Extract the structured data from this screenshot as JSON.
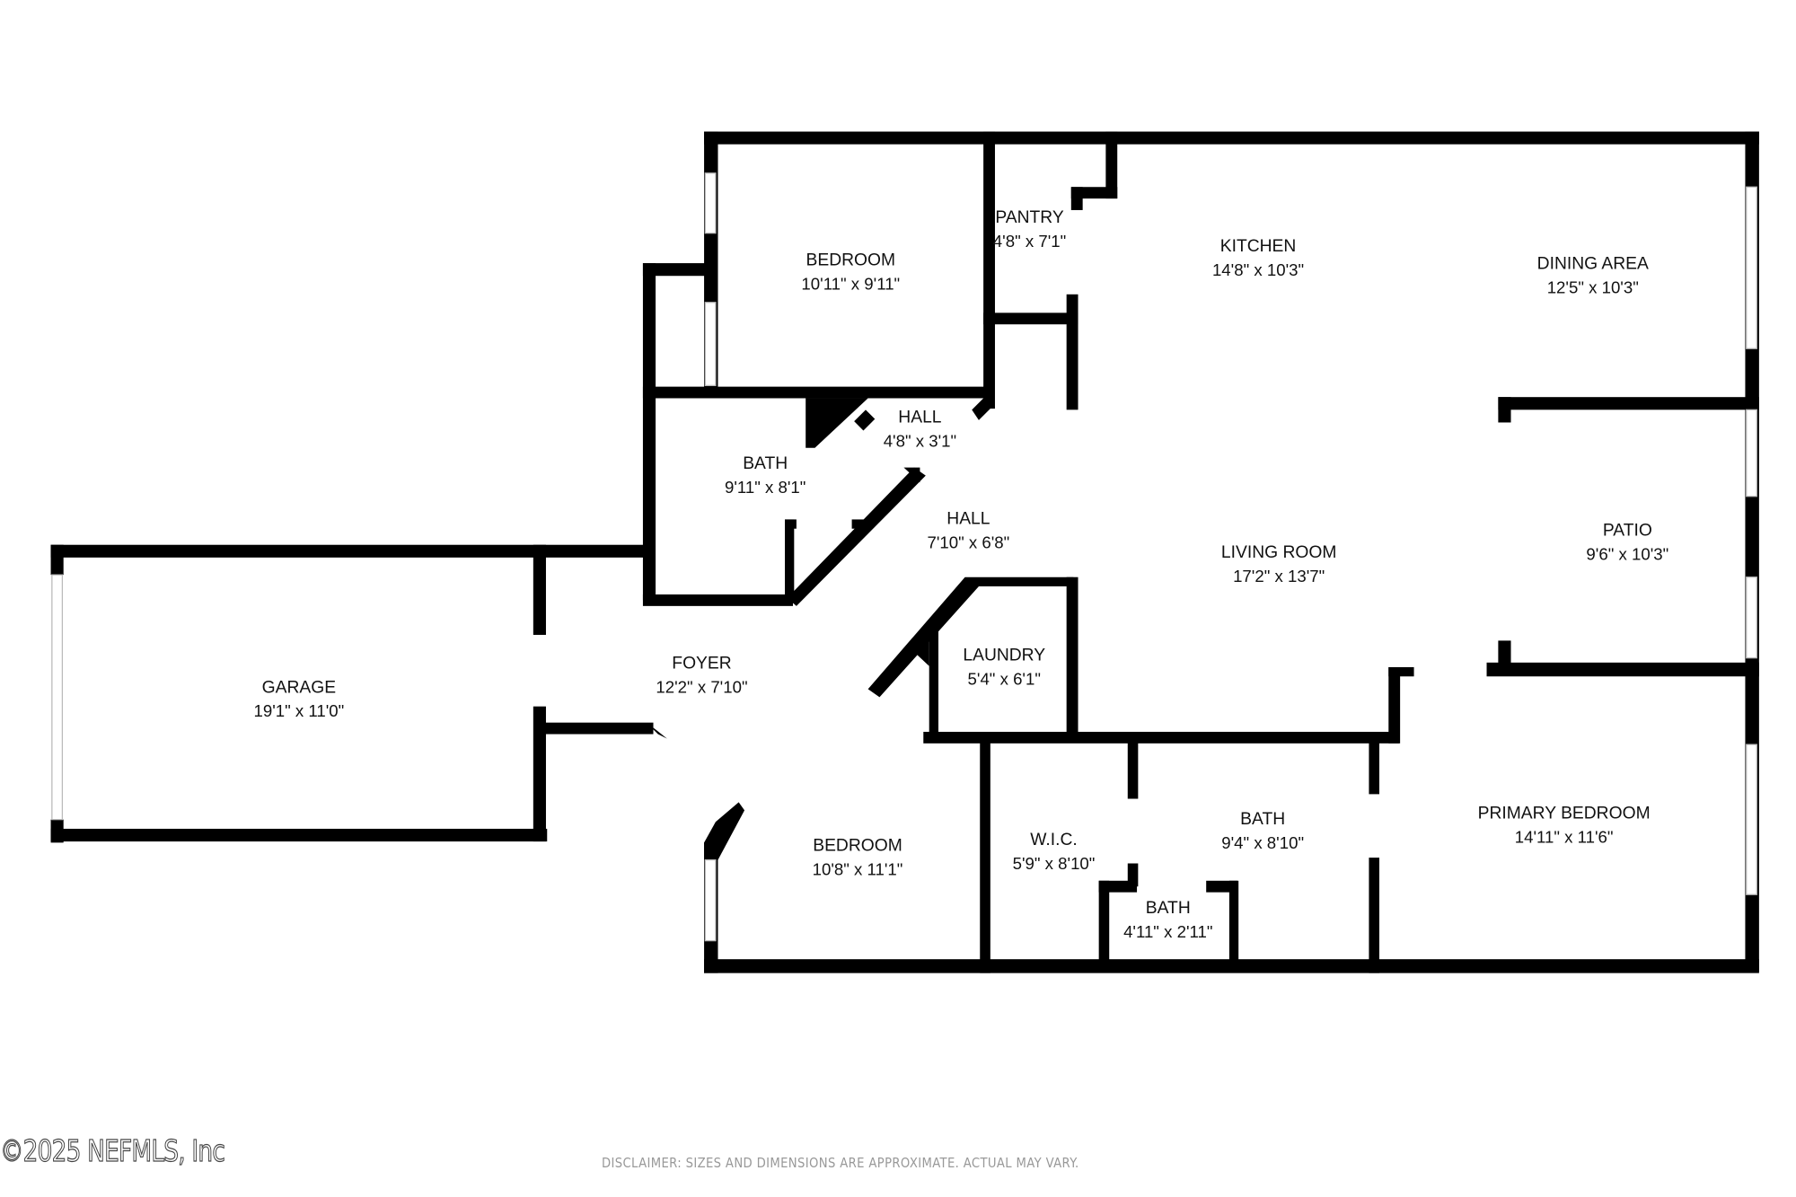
{
  "floorplan": {
    "rooms": [
      {
        "name": "BEDROOM",
        "dims": "10'11\" x 9'11\""
      },
      {
        "name": "PANTRY",
        "dims": "4'8\" x 7'1\""
      },
      {
        "name": "KITCHEN",
        "dims": "14'8\" x 10'3\""
      },
      {
        "name": "DINING AREA",
        "dims": "12'5\" x 10'3\""
      },
      {
        "name": "HALL",
        "dims": "4'8\" x 3'1\""
      },
      {
        "name": "BATH",
        "dims": "9'11\" x 8'1\""
      },
      {
        "name": "HALL",
        "dims": "7'10\" x 6'8\""
      },
      {
        "name": "LIVING ROOM",
        "dims": "17'2\" x 13'7\""
      },
      {
        "name": "PATIO",
        "dims": "9'6\" x 10'3\""
      },
      {
        "name": "GARAGE",
        "dims": "19'1\" x 11'0\""
      },
      {
        "name": "FOYER",
        "dims": "12'2\" x 7'10\""
      },
      {
        "name": "LAUNDRY",
        "dims": "5'4\" x 6'1\""
      },
      {
        "name": "BEDROOM",
        "dims": "10'8\" x 11'1\""
      },
      {
        "name": "W.I.C.",
        "dims": "5'9\" x 8'10\""
      },
      {
        "name": "BATH",
        "dims": "9'4\" x 8'10\""
      },
      {
        "name": "BATH",
        "dims": "4'11\" x 2'11\""
      },
      {
        "name": "PRIMARY BEDROOM",
        "dims": "14'11\" x 11'6\""
      }
    ]
  },
  "footer": {
    "copyright": "©2025 NEFMLS, Inc",
    "disclaimer": "DISCLAIMER: SIZES AND DIMENSIONS ARE APPROXIMATE. ACTUAL MAY VARY."
  }
}
